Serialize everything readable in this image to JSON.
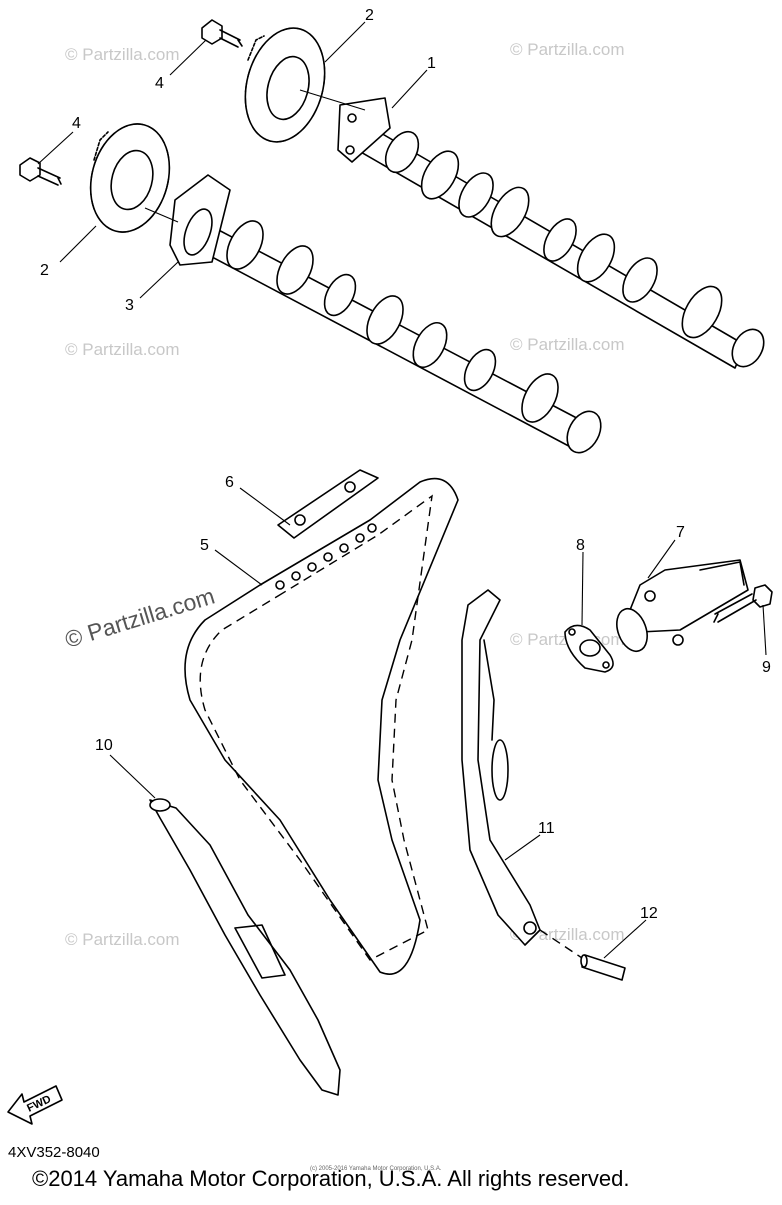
{
  "watermarks": {
    "small": "© Partzilla.com",
    "large": "© Partzilla.com"
  },
  "callouts": {
    "c1": "1",
    "c2a": "2",
    "c2b": "2",
    "c3": "3",
    "c4a": "4",
    "c4b": "4",
    "c5": "5",
    "c6": "6",
    "c7": "7",
    "c8": "8",
    "c9": "9",
    "c10": "10",
    "c11": "11",
    "c12": "12"
  },
  "fwd_label": "FWD",
  "diagram_code": "4XV352-8040",
  "copyright": "©2014 Yamaha Motor Corporation, U.S.A. All rights reserved.",
  "tiny_notice": "(c) 2005-2016 Yamaha Motor Corporation, U.S.A."
}
